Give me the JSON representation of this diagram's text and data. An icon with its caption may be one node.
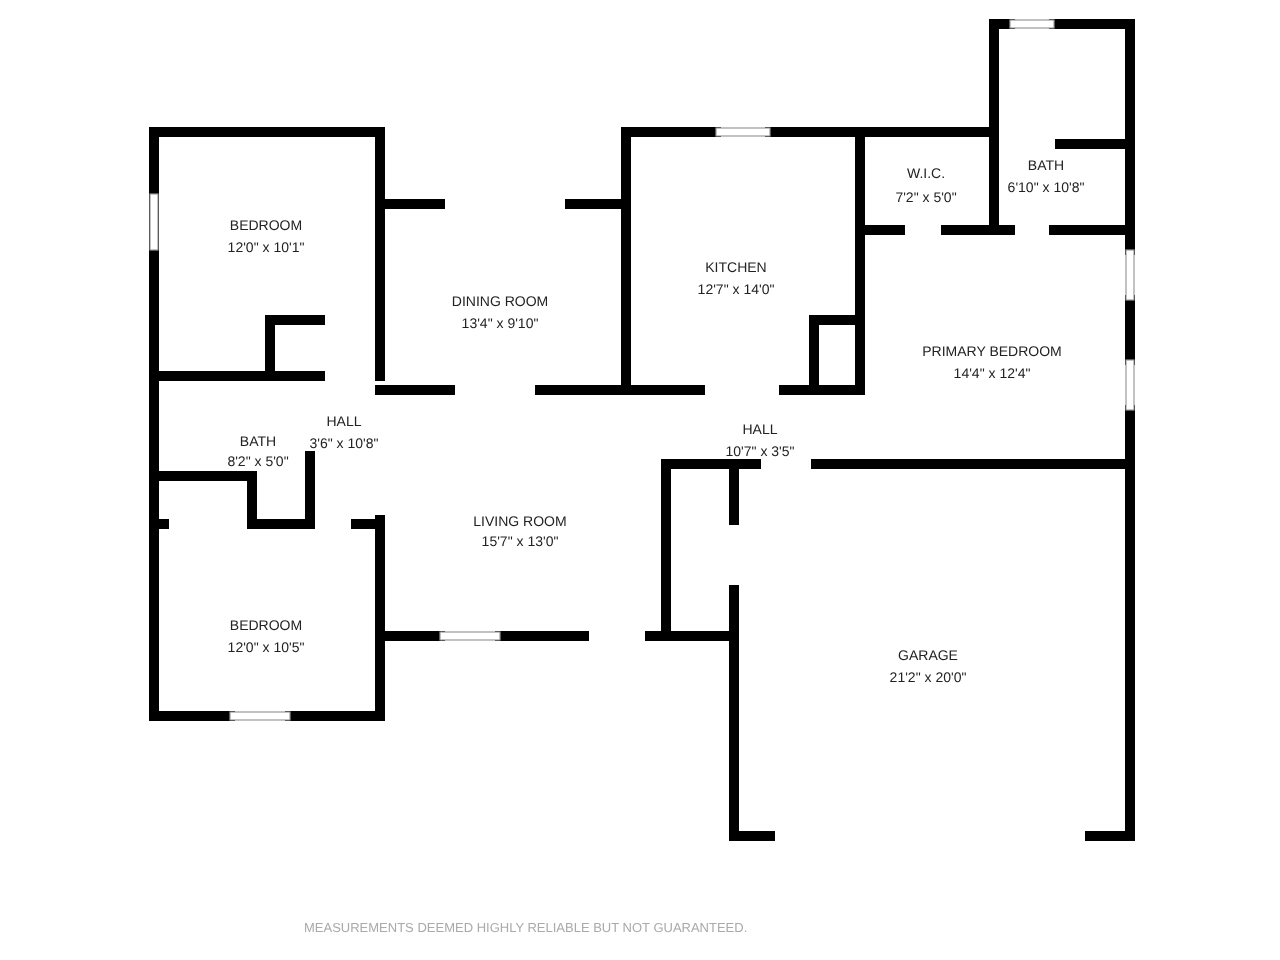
{
  "diagram": {
    "labels": [
      "BEDROOM",
      "12'0\" x 10'1\"",
      "DINING ROOM",
      "13'4\" x 9'10\"",
      "KITCHEN",
      "12'7\" x 14'0\"",
      "W.I.C.",
      "7'2\" x 5'0\"",
      "BATH",
      "6'10\" x 10'8\"",
      "PRIMARY BEDROOM",
      "14'4\" x 12'4\"",
      "BATH",
      "8'2\" x 5'0\"",
      "HALL",
      "3'6\" x 10'8\"",
      "HALL",
      "10'7\" x 3'5\"",
      "LIVING ROOM",
      "15'7\" x 13'0\"",
      "BEDROOM",
      "12'0\" x 10'5\"",
      "GARAGE",
      "21'2\" x 20'0\"",
      "MEASUREMENTS DEEMED HIGHLY RELIABLE BUT NOT GUARANTEED."
    ]
  }
}
